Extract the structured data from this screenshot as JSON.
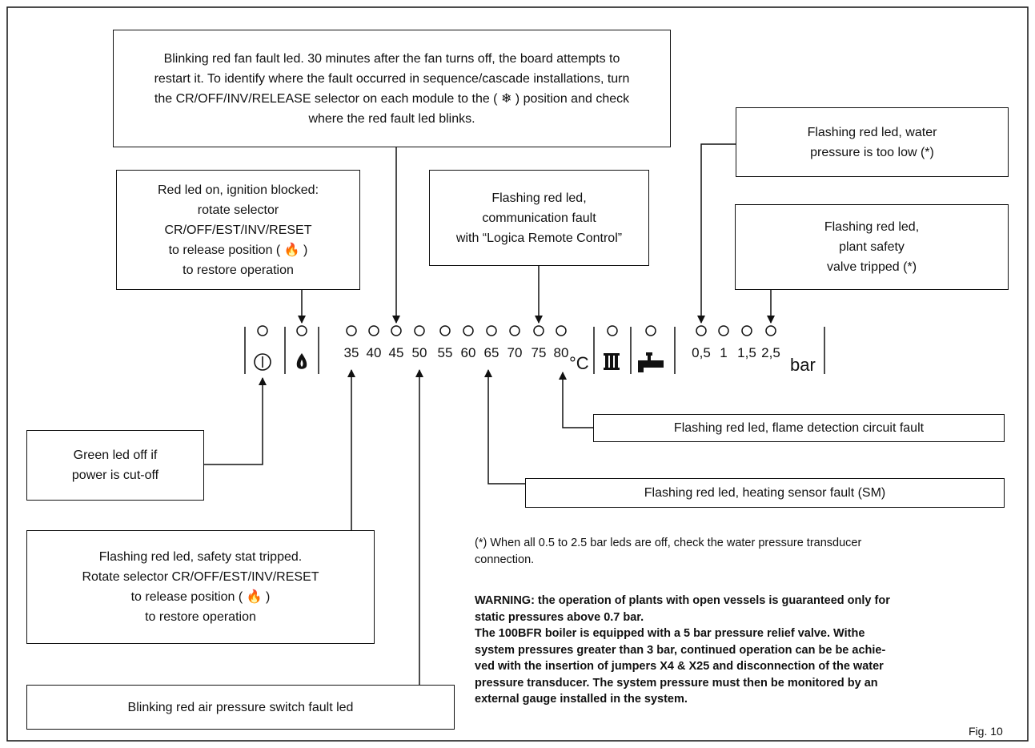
{
  "callouts": {
    "fan": "Blinking red fan fault led. 30 minutes after the fan turns off, the board attempts to\nrestart it. To identify where the fault occurred in sequence/cascade installations, turn\nthe CR/OFF/INV/RELEASE selector on each module to the ( ❄ ) position and check\nwhere the red fault led blinks.",
    "ignition": "Red led on, ignition blocked:\nrotate selector CR/OFF/EST/INV/RESET\nto release position ( 🔥 )\nto restore operation",
    "communication": "Flashing red led,\ncommunication fault\nwith “Logica Remote Control”",
    "pressure_low": "Flashing red led, water\npressure is too low (*)",
    "safety_valve": "Flashing red led,\nplant safety\nvalve tripped (*)",
    "flame_detection": "Flashing red led, flame detection circuit fault",
    "heating_sensor": "Flashing red led, heating sensor fault (SM)",
    "power": "Green led off if\npower is cut-off",
    "safety_stat": "Flashing red led, safety stat tripped.\nRotate selector CR/OFF/EST/INV/RESET\nto release position ( 🔥 )\nto restore operation",
    "air_pressure": "Blinking red air pressure switch fault led"
  },
  "panel": {
    "temperatures": [
      "35",
      "40",
      "45",
      "50",
      "55",
      "60",
      "65",
      "70",
      "75",
      "80"
    ],
    "temp_unit": "°C",
    "pressures": [
      "0,5",
      "1",
      "1,5",
      "2,5"
    ],
    "pressure_unit": "bar"
  },
  "icons": [
    "power-icon",
    "flame-icon",
    "radiator-icon",
    "tap-icon"
  ],
  "notes": {
    "transducer_note": "(*) When all 0.5 to 2.5 bar leds are off, check the water pressure transducer\nconnection.",
    "warning": "WARNING: the operation of plants with open vessels is guaranteed only for\nstatic pressures above 0.7 bar.\nThe 100BFR boiler is equipped with a 5 bar pressure relief valve. Withe\nsystem pressures greater than 3 bar, continued operation can be be achie-\nved with the insertion of jumpers X4 & X25 and disconnection of the water\npressure transducer. The system pressure must then be monitored by an\nexternal gauge installed in the system."
  },
  "figure_label": "Fig. 10"
}
